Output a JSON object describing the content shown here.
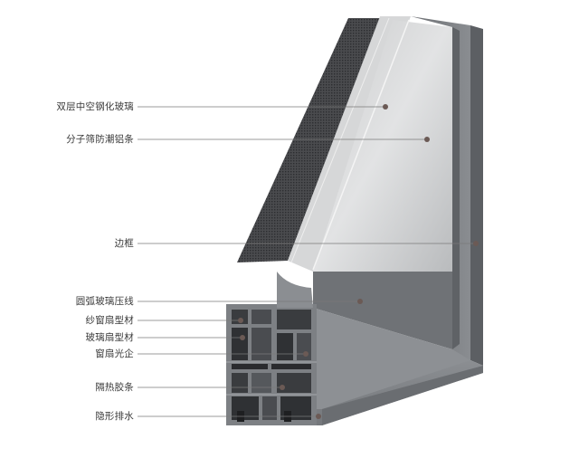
{
  "labels": [
    "双层中空钢化玻璃",
    "分子筛防潮铝条",
    "边框",
    "圆弧玻璃压线",
    "纱窗扇型材",
    "玻璃扇型材",
    "窗扇光企",
    "隔热胶条",
    "隐形排水"
  ],
  "colors": {
    "frame_face": "#7c7f83",
    "frame_top": "#9a9da1",
    "glass": "#d9dadb",
    "mesh": "#3c3d40",
    "leader_line": "#7a7a7a",
    "leader_dot": "#6b5a55"
  }
}
